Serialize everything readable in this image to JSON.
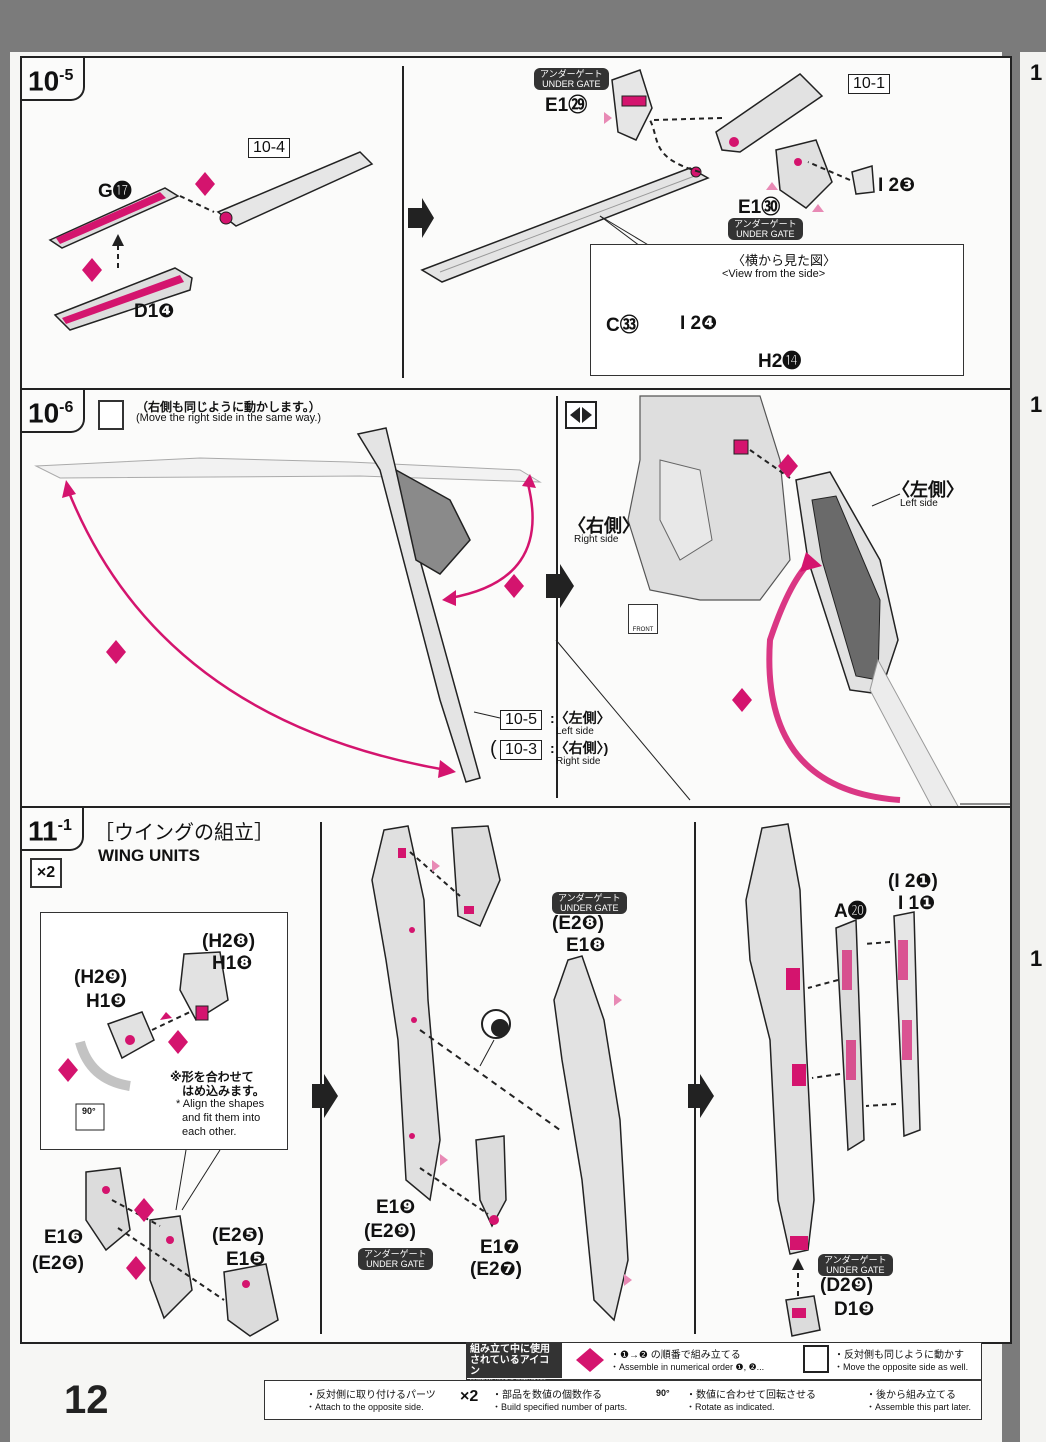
{
  "page_number": "12",
  "step_10_5": {
    "label": "10",
    "sub": "-5",
    "ref_tag": "10-4",
    "ref_tag2": "10-1",
    "parts": {
      "g17": "G⓱",
      "d14": "D1❹",
      "e129": "E1㉙",
      "e130": "E1㉚",
      "i23": "I 2❸",
      "c33": "C㉝",
      "i24": "I 2❹",
      "h214": "H2⓮"
    },
    "under_gate_jp": "アンダーゲート",
    "under_gate_en": "UNDER GATE",
    "side_view_jp": "〈横から見た図〉",
    "side_view_en": "<View from the side>"
  },
  "step_10_6": {
    "label": "10",
    "sub": "-6",
    "note_jp": "（右側も同じように動かします。）",
    "note_en": "(Move the right side in the same way.)",
    "ref_left": "10-5",
    "ref_left_jp": ":〈左側〉",
    "ref_left_en": "Left side",
    "ref_right": "10-3",
    "ref_right_jp": ":〈右側〉)",
    "ref_right_en": "Right side",
    "right_jp": "〈右側〉",
    "right_en": "Right side",
    "left_jp": "〈左側〉",
    "left_en": "Left side",
    "front": "FRONT"
  },
  "step_11_1": {
    "label": "11",
    "sub": "-1",
    "title_jp": "［ウイングの組立］",
    "title_en": "WING UNITS",
    "multiplier": "×2",
    "parts": {
      "h28": "(H2❽)",
      "h18": "H1❽",
      "h29": "(H2❾)",
      "h19": "H1❾",
      "e16": "E1❻",
      "e26": "(E2❻)",
      "e25": "(E2❺)",
      "e15": "E1❺",
      "e19": "E1❾",
      "e29": "(E2❾)",
      "e17": "E1❼",
      "e27": "(E2❼)",
      "e28": "(E2❽)",
      "e18": "E1❽",
      "a20": "A⓴",
      "i21": "(I 2❶)",
      "i11": "I 1❶",
      "d29": "(D2❾)",
      "d19": "D1❾"
    },
    "note_jp1": "※形を合わせて",
    "note_jp2": "はめ込みます。",
    "note_en1": "* Align the shapes",
    "note_en2": "and fit them into",
    "note_en3": "each other.",
    "rotate": "90°",
    "under_gate_jp": "アンダーゲート",
    "under_gate_en": "UNDER GATE"
  },
  "legend": {
    "title_jp1": "組み立て中に使用",
    "title_jp2": "されているアイコン",
    "title_en": "Symbols used in instructions",
    "items": [
      {
        "jp": "・❶→❷ の順番で組み立てる",
        "en": "・Assemble in numerical order ❶, ❷..."
      },
      {
        "jp": "・反対側も同じように動かす",
        "en": "・Move the opposite side as well."
      },
      {
        "jp": "・反対側に取り付けるパーツ",
        "en": "・Attach to the opposite side."
      },
      {
        "jp": "・部品を数値の個数作る",
        "en": "・Build specified number of parts."
      },
      {
        "jp": "・数値に合わせて回転させる",
        "en": "・Rotate as indicated."
      },
      {
        "jp": "・後から組み立てる",
        "en": "・Assemble this part later."
      }
    ],
    "x2": "×2",
    "deg": "90°"
  },
  "right_page": {
    "fragments": [
      "1",
      "1",
      "1"
    ]
  },
  "colors": {
    "magenta": "#d4146e",
    "part_gray": "#d9d9d9",
    "dark": "#222222"
  }
}
